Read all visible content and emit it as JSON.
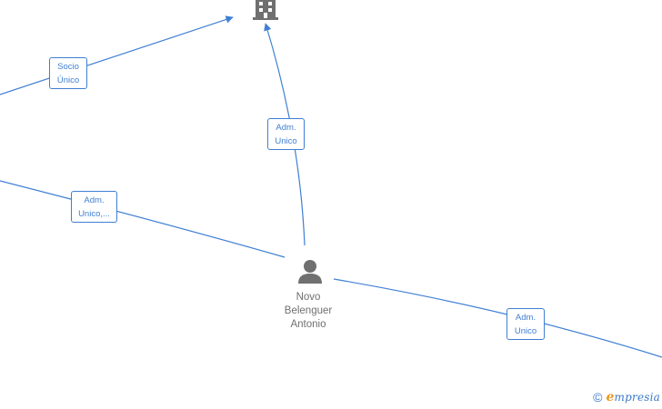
{
  "colors": {
    "edge": "#3f7fd3",
    "icon": "#707070",
    "label_text": "#3f7fd3"
  },
  "nodes": {
    "company": {
      "icon": "building-icon"
    },
    "person": {
      "icon": "person-icon",
      "name_lines": [
        "Novo",
        "Belenguer",
        "Antonio"
      ]
    }
  },
  "edges": [
    {
      "id": "socio-unico",
      "label_lines": [
        "Socio",
        "Único"
      ]
    },
    {
      "id": "adm-unico-top",
      "label_lines": [
        "Adm.",
        "Unico"
      ]
    },
    {
      "id": "adm-unico-left",
      "label_lines": [
        "Adm.",
        "Unico,..."
      ]
    },
    {
      "id": "adm-unico-right",
      "label_lines": [
        "Adm.",
        "Unico"
      ]
    }
  ],
  "watermark": {
    "copyright": "©",
    "brand_first": "e",
    "brand_rest": "mpresia"
  }
}
